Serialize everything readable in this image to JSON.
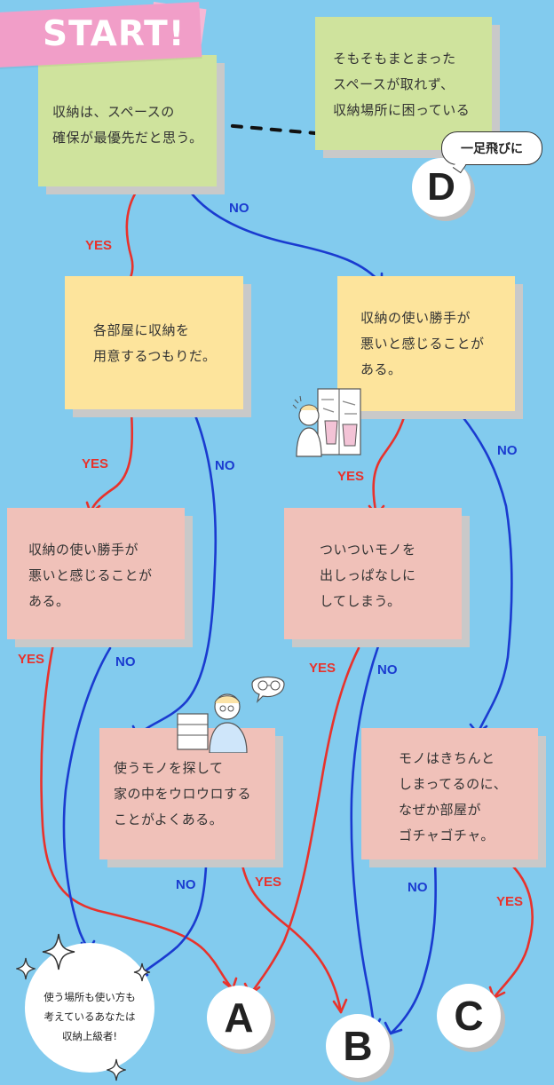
{
  "start_label": "START!",
  "nodes": {
    "q_storage_priority": "収納は、スペースの\n確保が最優先だと思う。",
    "q_no_space": "そもそもまとまった\nスペースが取れず、\n収納場所に困っている",
    "q_each_room": "各部屋に収納を\n用意するつもりだ。",
    "q_hard_to_use_top": "収納の使い勝手が\n悪いと感じることが\nある。",
    "q_hard_to_use_left": "収納の使い勝手が\n悪いと感じることが\nある。",
    "q_leave_out": "ついついモノを\n出しっぱなしに\nしてしまう。",
    "q_search": "使うモノを探して\n家の中をウロウロする\nことがよくある。",
    "q_messy": "モノはきちんと\nしまってるのに、\nなぜか部屋が\nゴチャゴチャ。"
  },
  "jump_label": "一足飛びに",
  "edge_labels": {
    "yes": "YES",
    "no": "NO"
  },
  "results": {
    "a": "A",
    "b": "B",
    "c": "C",
    "d": "D",
    "advanced": "使う場所も使い方も\n考えているあなたは\n収納上級者!"
  },
  "colors": {
    "background": "#82cbee",
    "green_card": "#cfe39d",
    "yellow_card": "#fde49c",
    "pink_card": "#f0c1b9",
    "start_tag": "#f19ec8",
    "yes_arrow": "#e8322c",
    "no_arrow": "#1a3bd0"
  }
}
